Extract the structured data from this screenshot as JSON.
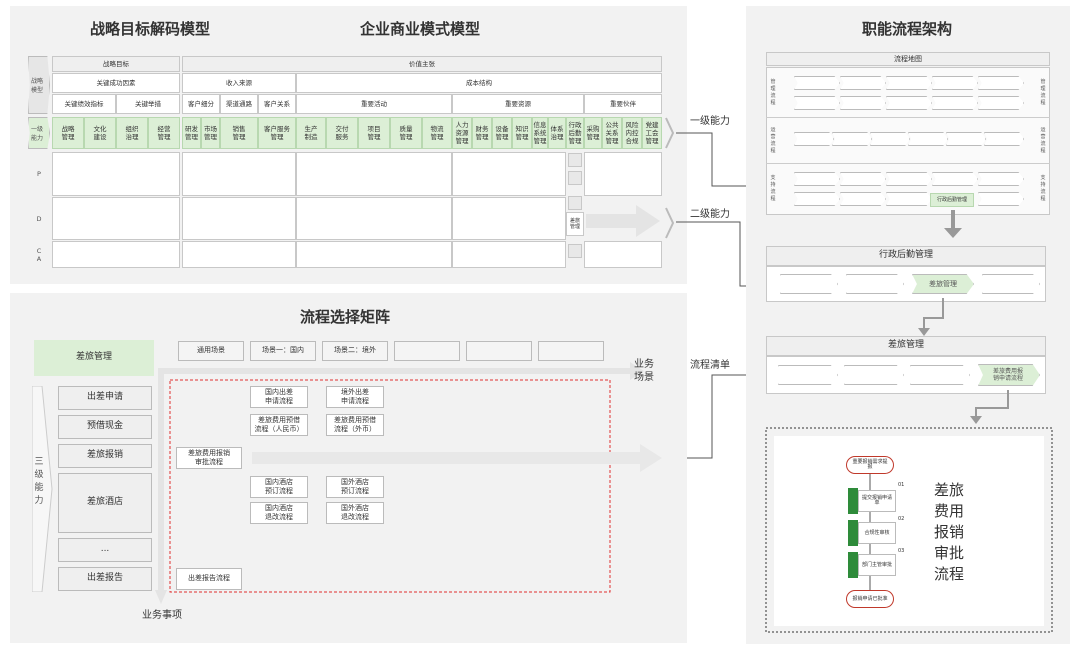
{
  "strategy_model": {
    "title": "战略目标解码模型",
    "strategic_goal": "战略目标",
    "key_success_factor": "关键成功因素",
    "kpi": "关键绩效指标",
    "key_action": "关键举措",
    "row_label_model": "战略\n模型",
    "row_label_l1": "一级\n能力",
    "capabilities": [
      "战略\n管理",
      "文化\n建设",
      "组织\n治理",
      "经营\n管理"
    ],
    "pdca": [
      "P",
      "D",
      "C\nA"
    ]
  },
  "business_model": {
    "title": "企业商业模式模型",
    "value_proposition": "价值主张",
    "revenue": "收入来源",
    "cost": "成本结构",
    "customer_segment": "客户细分",
    "channel": "渠道通路",
    "customer_relation": "客户关系",
    "key_activity": "重要活动",
    "key_resource": "重要资源",
    "key_partner": "重要伙伴",
    "capabilities": [
      "研发\n管理",
      "市场\n管理",
      "销售\n管理",
      "客户服务\n管理",
      "生产\n制造",
      "交付\n服务",
      "项目\n管理",
      "质量\n管理",
      "物流\n管理",
      "人力\n资源\n管理",
      "财务\n管理",
      "设备\n管理",
      "知识\n管理",
      "信息\n系统\n管理",
      "体系\n治理",
      "行政\n后勤\n管理",
      "采购\n管理",
      "公共\n关系\n管理",
      "风险\n内控\n合规",
      "党建\n工会\n管理"
    ],
    "highlight_cell": "差旅\n管理"
  },
  "labels": {
    "level1": "一级能力",
    "level2": "二级能力",
    "process_list": "流程清单"
  },
  "process_architecture": {
    "title": "职能流程架构",
    "map_title": "流程地图",
    "management_process": "管\n理\n流\n程",
    "operation_process": "运\n营\n流\n程",
    "support_process": "支\n持\n流\n程",
    "admin_box": "行政后勤管理",
    "admin_title": "行政后勤管理",
    "travel_mgmt": "差旅管理",
    "travel_title": "差旅管理",
    "travel_flow_box": "差旅费用报\n销申请流程",
    "flow_steps": [
      "重要报销需求提\n报",
      "提交报销申请\n单",
      "合规性审核",
      "部门主管审批",
      "报销申请已批准"
    ],
    "flow_numbers": [
      "01",
      "02",
      "03"
    ],
    "flow_caption": "差旅\n费用\n报销\n审批\n流程"
  },
  "matrix": {
    "title": "流程选择矩阵",
    "header": "差旅管理",
    "scenarios": [
      "通用场景",
      "场景一：国内",
      "场景二：境外"
    ],
    "axis_x": "业务\n场景",
    "axis_y": "业务事项",
    "side_label": "三\n级\n能\n力",
    "items": [
      "出差申请",
      "预借现金",
      "差旅报销",
      "差旅酒店",
      "...",
      "出差报告"
    ],
    "cells": {
      "domestic_trip": "国内出差\n申请流程",
      "overseas_trip": "境外出差\n申请流程",
      "advance_rmb": "差旅费用预借\n流程（人民币）",
      "advance_fx": "差旅费用预借\n流程（外币）",
      "reimburse": "差旅费用报销\n审批流程",
      "hotel_dom_book": "国内酒店\n预订流程",
      "hotel_ovs_book": "国外酒店\n预订流程",
      "hotel_dom_cancel": "国内酒店\n退改流程",
      "hotel_ovs_cancel": "国外酒店\n退改流程",
      "report": "出差报告流程"
    }
  }
}
